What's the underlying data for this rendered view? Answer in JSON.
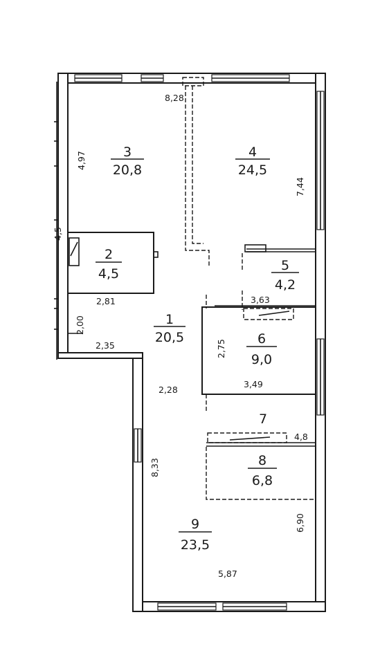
{
  "rooms": [
    {
      "id": "1",
      "area": "20,5"
    },
    {
      "id": "2",
      "area": "4,5"
    },
    {
      "id": "3",
      "area": "20,8"
    },
    {
      "id": "4",
      "area": "24,5"
    },
    {
      "id": "5",
      "area": "4,2"
    },
    {
      "id": "6",
      "area": "9,0"
    },
    {
      "id": "7",
      "area": ""
    },
    {
      "id": "8",
      "area": "6,8"
    },
    {
      "id": "9",
      "area": "23,5"
    }
  ],
  "dimensions": {
    "d_828": "8,28",
    "d_497": "4,97",
    "d_744": "7,44",
    "d_45": "4,5",
    "d_281": "2,81",
    "d_363": "3,63",
    "d_200": "2,00",
    "d_235": "2,35",
    "d_275": "2,75",
    "d_349": "3,49",
    "d_228": "2,28",
    "d_48": "4,8",
    "d_833": "8,33",
    "d_690": "6,90",
    "d_587": "5,87"
  }
}
